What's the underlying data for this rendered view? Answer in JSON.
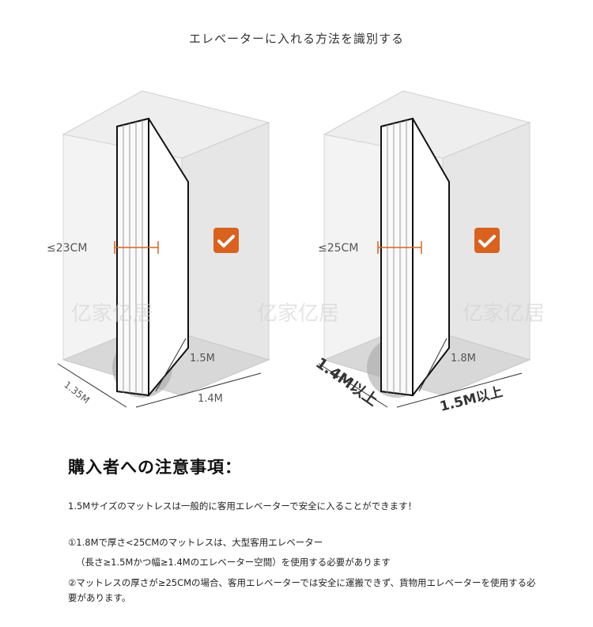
{
  "title": "エレベーターに入れる方法を識別する",
  "watermark": "亿家亿居",
  "diagrams": [
    {
      "thickness_label": "≤23CM",
      "width_label": "1.5M",
      "depth_label": "1.4M",
      "side_label": "1.35M",
      "check_color": "#d9621f"
    },
    {
      "thickness_label": "≤25CM",
      "width_label": "1.8M",
      "depth_label": "1.5M以上",
      "side_label": "1.4M以上",
      "check_color": "#d9621f"
    }
  ],
  "notes": {
    "heading": "購入者への注意事項：",
    "intro": "1.5Mサイズのマットレスは一般的に客用エレベーターで安全に入ることができます！",
    "item1": "①1.8Mで厚さ<25CMのマットレスは、大型客用エレベーター",
    "item1_sub": "（長さ≥1.5Mかつ幅≥1.4Mのエレベーター空間）を使用する必要があります",
    "item2": "②マットレスの厚さが≥25CMの場合、客用エレベーターでは安全に運搬できず、貨物用エレベーターを使用する必要があります。"
  }
}
